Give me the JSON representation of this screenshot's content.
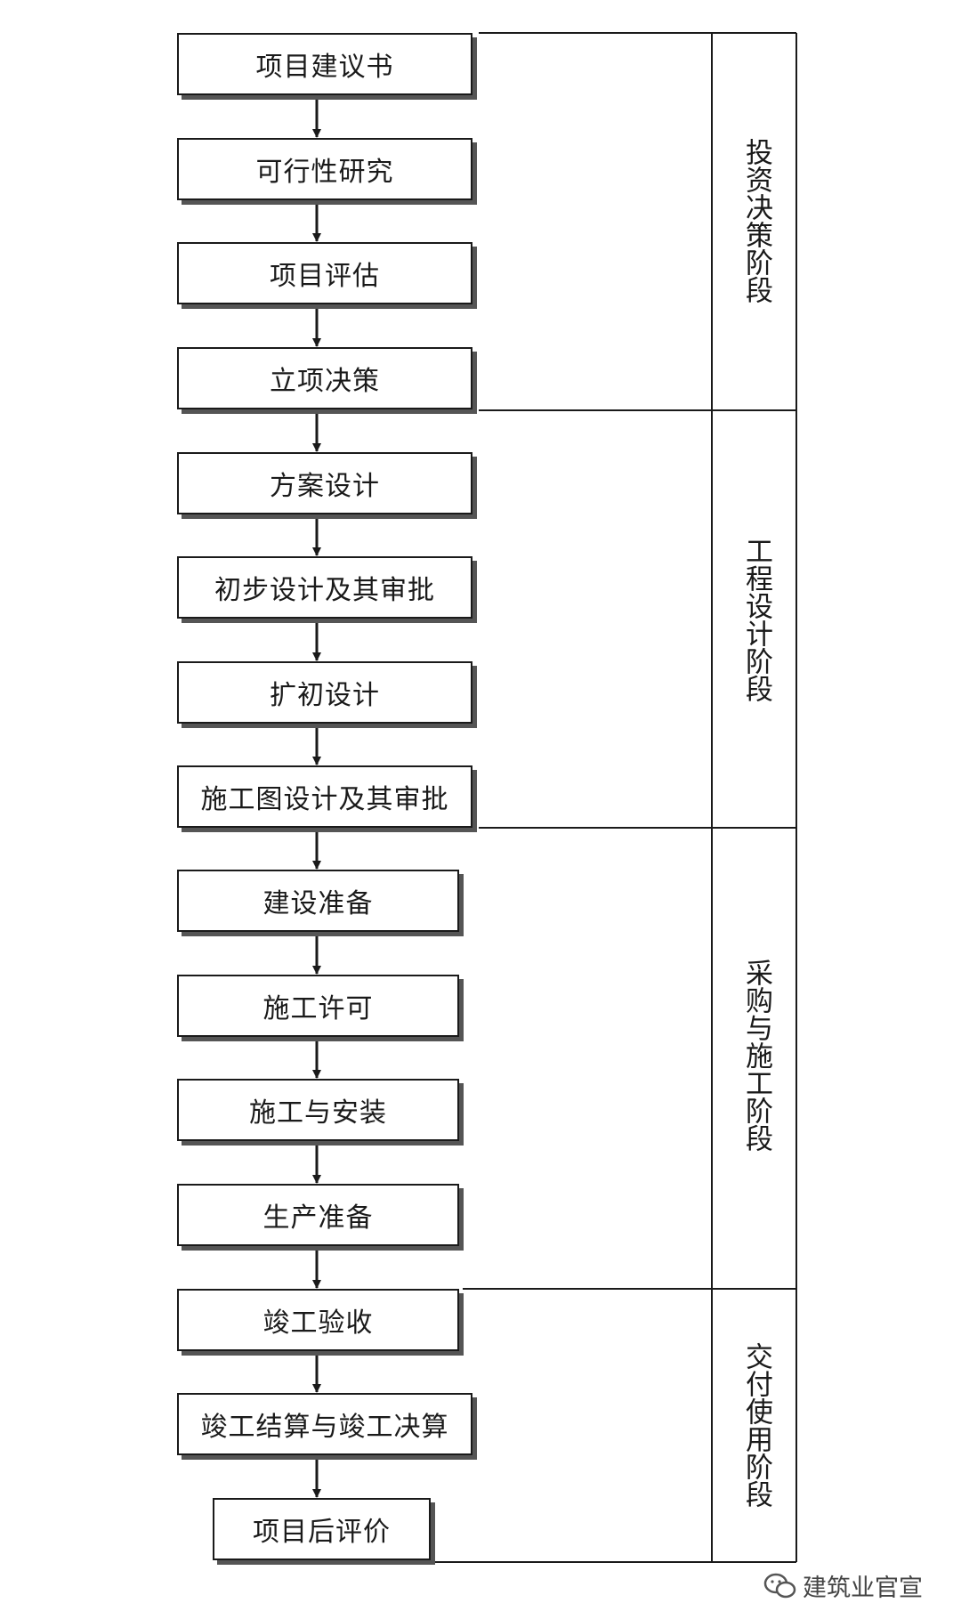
{
  "steps": [
    {
      "label": "项目建议书"
    },
    {
      "label": "可行性研究"
    },
    {
      "label": "项目评估"
    },
    {
      "label": "立项决策"
    },
    {
      "label": "方案设计"
    },
    {
      "label": "初步设计及其审批"
    },
    {
      "label": "扩初设计"
    },
    {
      "label": "施工图设计及其审批"
    },
    {
      "label": "建设准备"
    },
    {
      "label": "施工许可"
    },
    {
      "label": "施工与安装"
    },
    {
      "label": "生产准备"
    },
    {
      "label": "竣工验收"
    },
    {
      "label": "竣工结算与竣工决算"
    },
    {
      "label": "项目后评价"
    }
  ],
  "stages": [
    {
      "label": "投资决策阶段"
    },
    {
      "label": "工程设计阶段"
    },
    {
      "label": "采购与施工阶段"
    },
    {
      "label": "交付使用阶段"
    }
  ],
  "watermark": {
    "text": "建筑业官宣",
    "icon": "wechat-icon"
  }
}
